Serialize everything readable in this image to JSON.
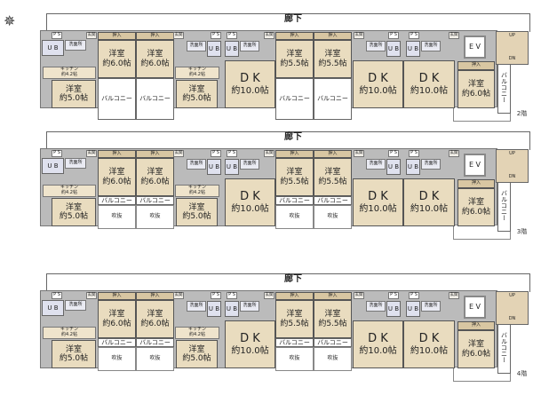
{
  "compass_icon": "compass-rose-icon",
  "floors": [
    {
      "label": "2階",
      "corridor": "廊下",
      "has_voids": false
    },
    {
      "label": "3階",
      "corridor": "廊下",
      "has_voids": true
    },
    {
      "label": "4階",
      "corridor": "廊下",
      "has_voids": true
    }
  ],
  "labels": {
    "western_room": "洋室",
    "dk": "D K",
    "size_6_0": "約6.0帖",
    "size_5_0": "約5.0帖",
    "size_5_5": "約5.5帖",
    "size_10_0": "約10.0帖",
    "kitchen": "キッチン",
    "size_4_2": "約4.2帖",
    "closet": "押入",
    "ub": "U B",
    "washroom": "洗面所",
    "entrance": "玄関",
    "ps": "P S",
    "ev": "E V",
    "up": "UP",
    "dn": "DN",
    "balcony": "バルコニー",
    "void": "吹抜"
  },
  "colors": {
    "room": "#e9dcbf",
    "bath": "#dfe1ee",
    "wall": "#555555"
  }
}
